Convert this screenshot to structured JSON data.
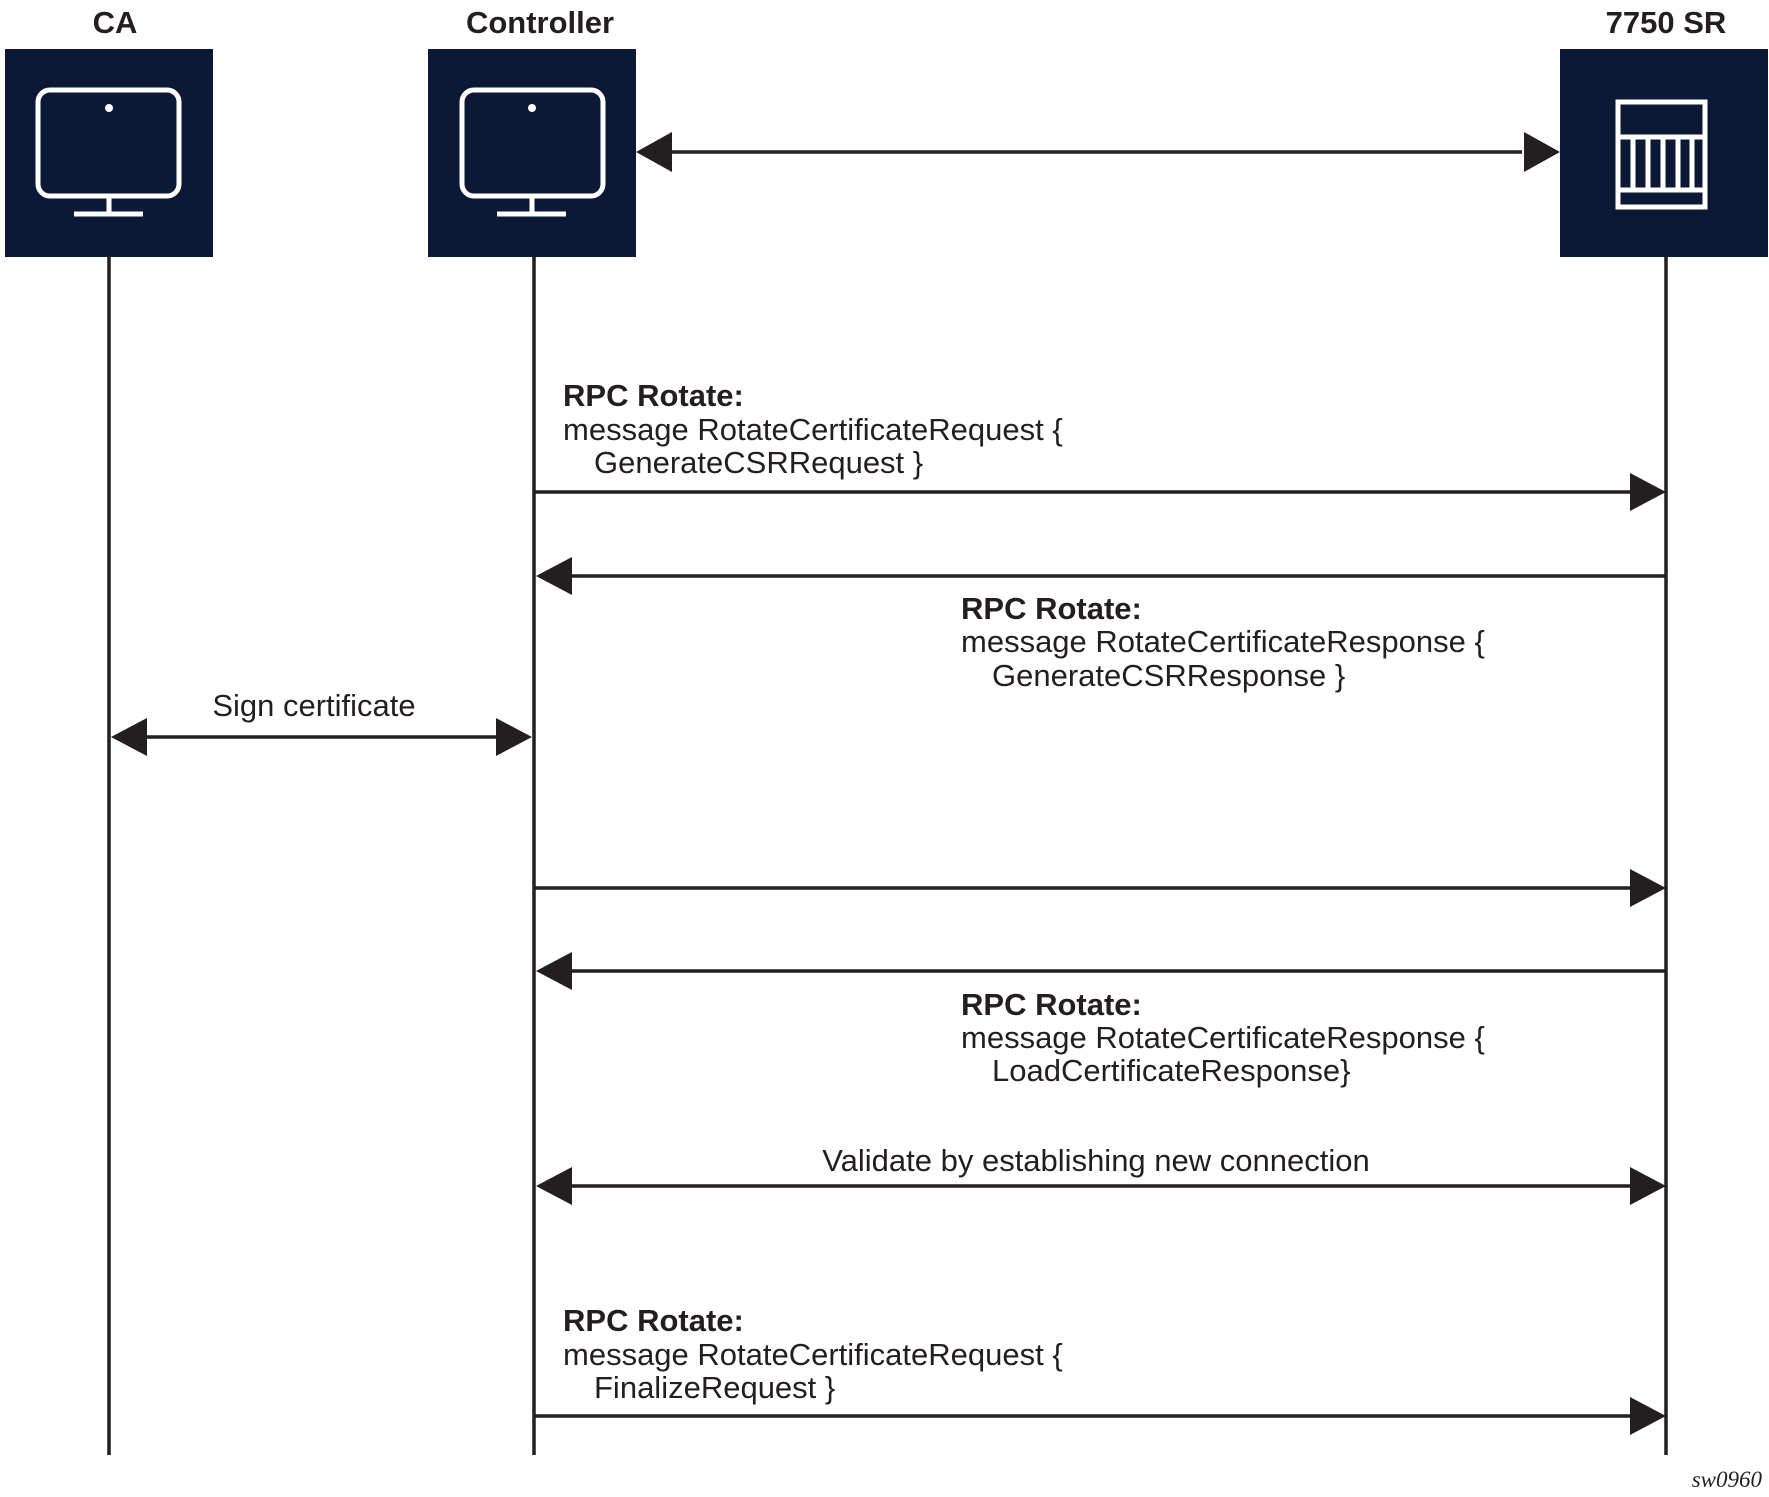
{
  "actors": {
    "ca": {
      "label": "CA",
      "icon": "computer-monitor-icon"
    },
    "controller": {
      "label": "Controller",
      "icon": "computer-monitor-icon"
    },
    "router": {
      "label": "7750 SR",
      "icon": "router-chassis-icon"
    }
  },
  "messages": {
    "m1": {
      "title": "RPC Rotate:",
      "line1": "message RotateCertificateRequest {",
      "line2": "GenerateCSRRequest   }"
    },
    "m2": {
      "title": "RPC Rotate:",
      "line1": "message RotateCertificateResponse {",
      "line2": "GenerateCSRResponse }"
    },
    "m3": {
      "label": "Sign certificate"
    },
    "m6": {
      "title": "RPC Rotate:",
      "line1": "message RotateCertificateResponse {",
      "line2": "LoadCertificateResponse}"
    },
    "m7": {
      "label": "Validate by establishing new connection"
    },
    "m8": {
      "title": "RPC Rotate:",
      "line1": "message RotateCertificateRequest {",
      "line2": "FinalizeRequest   }"
    }
  },
  "figure_id": "sw0960",
  "colors": {
    "node_fill": "#0b1836",
    "ink": "#231f20",
    "background": "#ffffff"
  }
}
